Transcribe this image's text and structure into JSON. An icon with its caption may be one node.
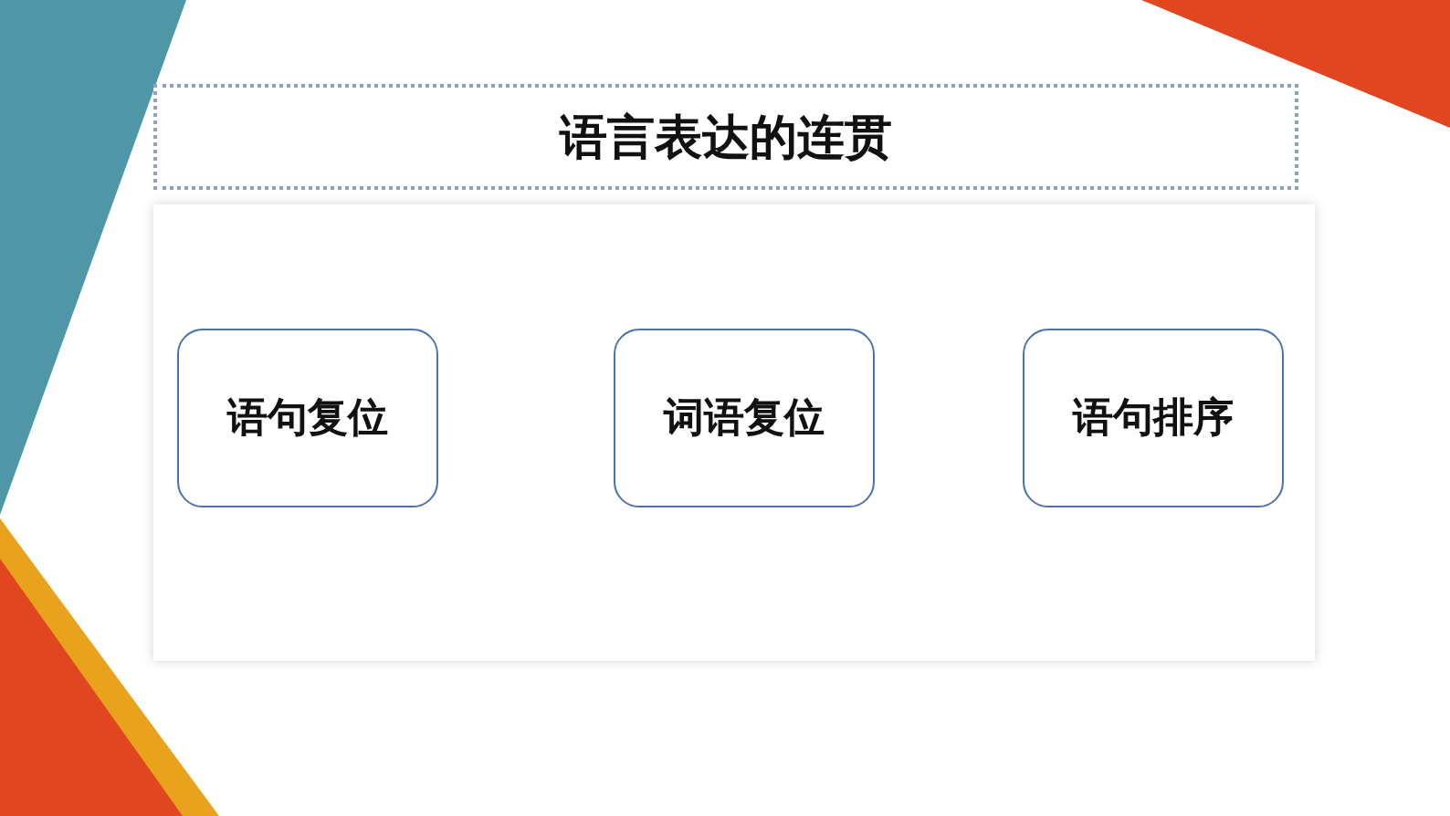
{
  "diagram": {
    "nodes": [
      {
        "text": [
          "语言表达的连贯"
        ]
      },
      {
        "text": [],
        "shape": "box"
      },
      {
        "text": [
          "语句复位"
        ],
        "in": 1
      },
      {
        "text": [
          "词语复位"
        ],
        "in": 1
      },
      {
        "text": [
          "语句排序"
        ],
        "in": 1
      }
    ]
  }
}
